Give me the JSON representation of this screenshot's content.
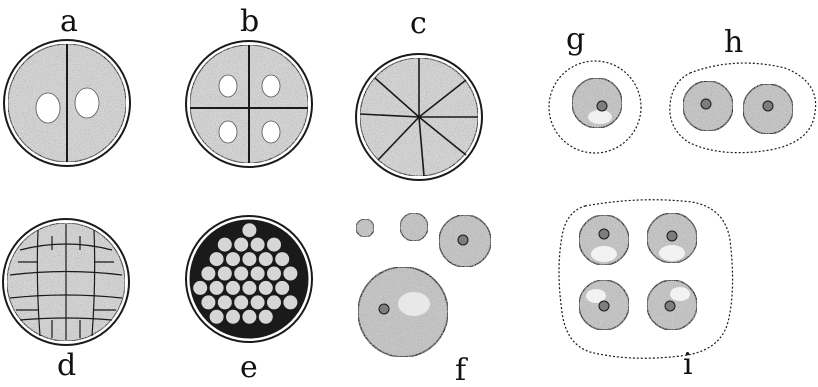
{
  "figures": [
    {
      "key": "a",
      "label": "a"
    },
    {
      "key": "b",
      "label": "b"
    },
    {
      "key": "c",
      "label": "c"
    },
    {
      "key": "d",
      "label": "d"
    },
    {
      "key": "e",
      "label": "e"
    },
    {
      "key": "f",
      "label": "f"
    },
    {
      "key": "g",
      "label": "g"
    },
    {
      "key": "h",
      "label": "h"
    },
    {
      "key": "i",
      "label": "i"
    }
  ],
  "colors": {
    "background": "#ffffff",
    "ink": "#1a1a1a",
    "cell_fill": "#d6d6d6",
    "sphere_fill": "#c4c4c4",
    "vacuole_fill": "#ffffff",
    "nucleus_fill": "#7d7d7d"
  }
}
